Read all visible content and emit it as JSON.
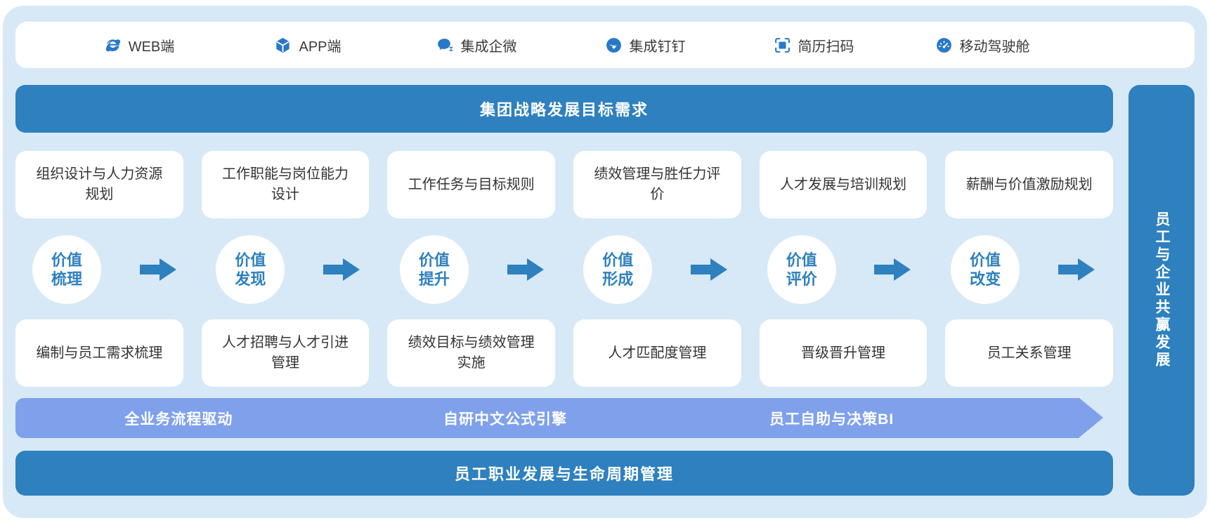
{
  "topbar": {
    "items": [
      {
        "label": "WEB端",
        "icon": "ie-browser-icon"
      },
      {
        "label": "APP端",
        "icon": "app-cube-icon"
      },
      {
        "label": "集成企微",
        "icon": "wecom-chat-icon"
      },
      {
        "label": "集成钉钉",
        "icon": "dingtalk-icon"
      },
      {
        "label": "简历扫码",
        "icon": "resume-scan-icon"
      },
      {
        "label": "移动驾驶舱",
        "icon": "mobile-dashboard-icon"
      }
    ]
  },
  "strategy_banner": {
    "label": "集团战略发展目标需求"
  },
  "planning_cards": [
    "组织设计与人力资源规划",
    "工作职能与岗位能力设计",
    "工作任务与目标规则",
    "绩效管理与胜任力评价",
    "人才发展与培训规划",
    "薪酬与价值激励规划"
  ],
  "value_chain": {
    "steps": [
      {
        "label": "价值梳理",
        "lines": [
          "价值",
          "梳理"
        ]
      },
      {
        "label": "价值发现",
        "lines": [
          "价值",
          "发现"
        ]
      },
      {
        "label": "价值提升",
        "lines": [
          "价值",
          "提升"
        ]
      },
      {
        "label": "价值形成",
        "lines": [
          "价值",
          "形成"
        ]
      },
      {
        "label": "价值评价",
        "lines": [
          "价值",
          "评价"
        ]
      },
      {
        "label": "价值改变",
        "lines": [
          "价值",
          "改变"
        ]
      }
    ]
  },
  "execution_cards": [
    "编制与员工需求梳理",
    "人才招聘与人才引进管理",
    "绩效目标与绩效管理实施",
    "人才匹配度管理",
    "晋级晋升管理",
    "员工关系管理"
  ],
  "engine_banner": {
    "labels": [
      "全业务流程驱动",
      "自研中文公式引擎",
      "员工自助与决策BI"
    ]
  },
  "lifecycle_banner": {
    "label": "员工职业发展与生命周期管理"
  },
  "win_banner": {
    "label": "员工与企业共赢发展"
  },
  "colors": {
    "primary_blue": "#2E80BE",
    "accent_periwinkle": "#7FA1EC",
    "panel_bg": "#D7E9F7",
    "card_bg": "#FFFFFF",
    "text_dark": "#333333"
  }
}
